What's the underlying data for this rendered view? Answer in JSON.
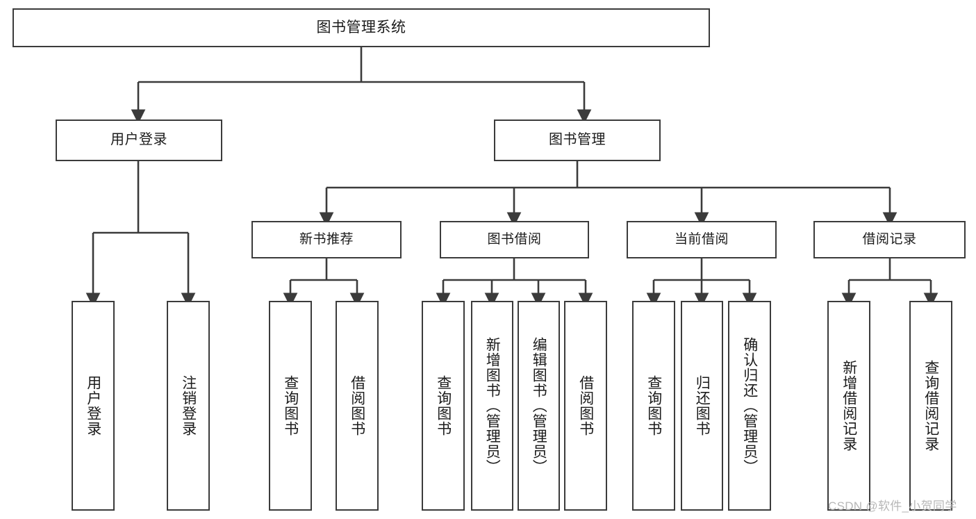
{
  "diagram": {
    "title": "图书管理系统",
    "type": "tree-hierarchy",
    "background_color": "#ffffff",
    "box_border_color": "#3b3b3b",
    "connector_color": "#3b3b3b",
    "text_color": "#1b1b1b"
  },
  "root": {
    "label": "图书管理系统"
  },
  "level1": [
    {
      "label": "用户登录"
    },
    {
      "label": "图书管理"
    }
  ],
  "level2": [
    {
      "label": "新书推荐"
    },
    {
      "label": "图书借阅"
    },
    {
      "label": "当前借阅"
    },
    {
      "label": "借阅记录"
    }
  ],
  "leaves": [
    {
      "label": "用户登录",
      "parent": "用户登录"
    },
    {
      "label": "注销登录",
      "parent": "用户登录"
    },
    {
      "label": "查询图书",
      "parent": "新书推荐"
    },
    {
      "label": "借阅图书",
      "parent": "新书推荐"
    },
    {
      "label": "查询图书",
      "parent": "图书借阅"
    },
    {
      "label": "新增图书（管理员）",
      "parent": "图书借阅"
    },
    {
      "label": "编辑图书（管理员）",
      "parent": "图书借阅"
    },
    {
      "label": "借阅图书",
      "parent": "图书借阅"
    },
    {
      "label": "查询图书",
      "parent": "当前借阅"
    },
    {
      "label": "归还图书",
      "parent": "当前借阅"
    },
    {
      "label": "确认归还（管理员）",
      "parent": "当前借阅"
    },
    {
      "label": "新增借阅记录",
      "parent": "借阅记录"
    },
    {
      "label": "查询借阅记录",
      "parent": "借阅记录"
    }
  ],
  "watermark": {
    "text": "CSDN @软件_小贺同学"
  }
}
